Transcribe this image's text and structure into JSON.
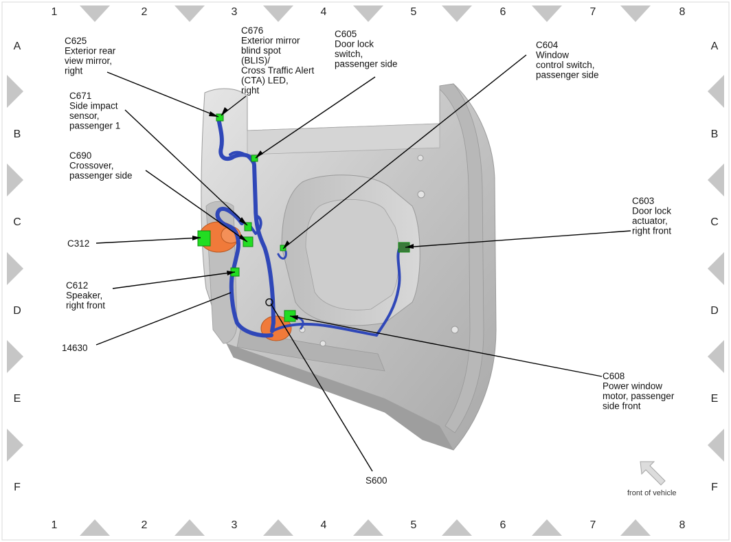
{
  "grid": {
    "columns": [
      "1",
      "2",
      "3",
      "4",
      "5",
      "6",
      "7",
      "8"
    ],
    "rows": [
      "A",
      "B",
      "C",
      "D",
      "E",
      "F"
    ]
  },
  "callouts": {
    "c625": [
      "C625",
      "Exterior rear",
      "view mirror,",
      "right"
    ],
    "c676": [
      "C676",
      "Exterior mirror",
      "blind spot",
      "(BLIS)/",
      "Cross Traffic Alert",
      "(CTA) LED,",
      "right"
    ],
    "c605": [
      "C605",
      "Door lock",
      "switch,",
      "passenger side"
    ],
    "c604": [
      "C604",
      "Window",
      "control switch,",
      "passenger side"
    ],
    "c671": [
      "C671",
      "Side impact",
      "sensor,",
      "passenger 1"
    ],
    "c690": [
      "C690",
      "Crossover,",
      "passenger side"
    ],
    "c603": [
      "C603",
      "Door lock",
      "actuator,",
      "right front"
    ],
    "c312": [
      "C312"
    ],
    "c612": [
      "C612",
      "Speaker,",
      "right front"
    ],
    "p14630": [
      "14630"
    ],
    "c608": [
      "C608",
      "Power window",
      "motor, passenger",
      "side front"
    ],
    "s600": [
      "S600"
    ]
  },
  "front_of_vehicle": "front of vehicle",
  "colors": {
    "connector": "#22dd22",
    "harness": "#2f47b8",
    "grommet": "#f07a3a",
    "door": "#c9c9c9",
    "markers": "#c6c6c6"
  }
}
